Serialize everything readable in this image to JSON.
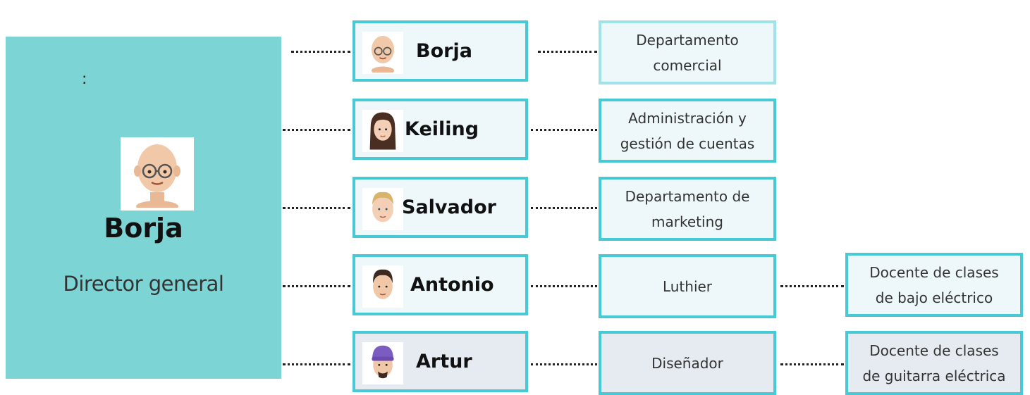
{
  "director": {
    "colon": ":",
    "name": "Borja",
    "role": "Director general",
    "avatar": "bald-man-glasses-avatar"
  },
  "people": [
    {
      "name": "Borja",
      "avatar": "bald-man-glasses-avatar"
    },
    {
      "name": "Keiling",
      "avatar": "woman-dark-hair-avatar"
    },
    {
      "name": "Salvador",
      "avatar": "blond-man-avatar"
    },
    {
      "name": "Antonio",
      "avatar": "dark-hair-man-avatar"
    },
    {
      "name": "Artur",
      "avatar": "purple-beanie-man-avatar"
    }
  ],
  "departments": [
    {
      "line1": "Departamento",
      "line2": "comercial"
    },
    {
      "line1": "Administración y",
      "line2": "gestión de cuentas"
    },
    {
      "line1": "Departamento de",
      "line2": "marketing"
    },
    {
      "line1": "Luthier",
      "line2": ""
    },
    {
      "line1": "Diseñador",
      "line2": ""
    }
  ],
  "subroles": [
    {
      "line1": "Docente de clases",
      "line2": "de bajo eléctrico"
    },
    {
      "line1": "Docente de clases",
      "line2": "de guitarra eléctrica"
    }
  ],
  "colors": {
    "director_bg": "#7dd4d4",
    "box_border": "#47c9d6",
    "box_bg": "#eef8fb",
    "box_bg_grey": "#e6ebf1"
  }
}
